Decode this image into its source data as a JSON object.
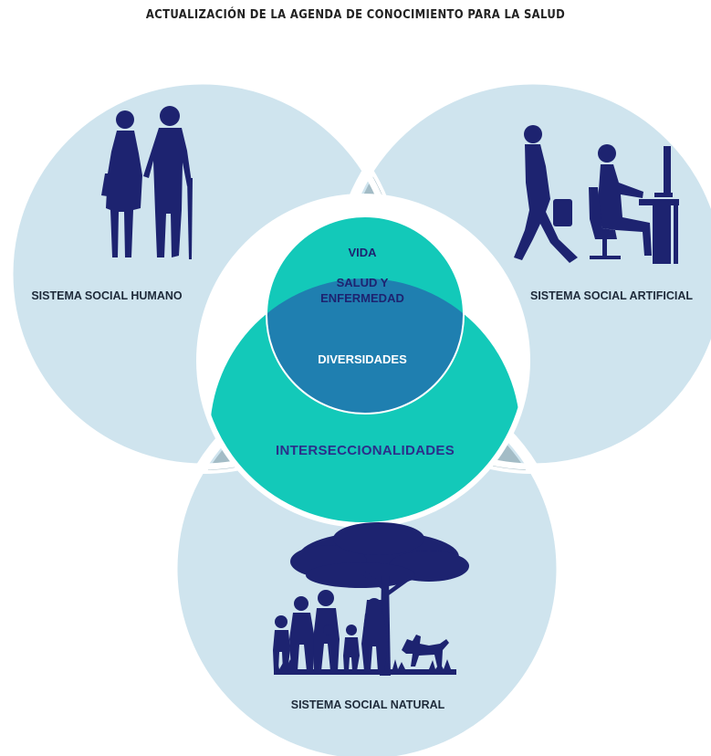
{
  "title": "ACTUALIZACIÓN DE LA AGENDA DE CONOCIMIENTO PARA LA SALUD",
  "systems": {
    "human": {
      "label": "SISTEMA SOCIAL HUMANO",
      "icon": "elderly-couple-icon"
    },
    "artificial": {
      "label": "SISTEMA SOCIAL ARTIFICIAL",
      "icon": "office-workers-icon"
    },
    "natural": {
      "label": "SISTEMA SOCIAL NATURAL",
      "icon": "family-tree-dog-icon"
    }
  },
  "center": {
    "vida": "VIDA",
    "salud_line1": "SALUD Y",
    "salud_line2": "ENFERMEDAD",
    "diversidades": "DIVERSIDADES",
    "interseccionalidades": "INTERSECCIONALIDADES"
  },
  "colors": {
    "outer_circle": "#cfe4ee",
    "lens_gray": "#a3bcc6",
    "inner_white": "#ffffff",
    "teal": "#13c9b9",
    "blue_overlap": "#1f7fb0",
    "navy": "#1d2370",
    "label_dark": "#1e2a3a",
    "title": "#222222"
  }
}
